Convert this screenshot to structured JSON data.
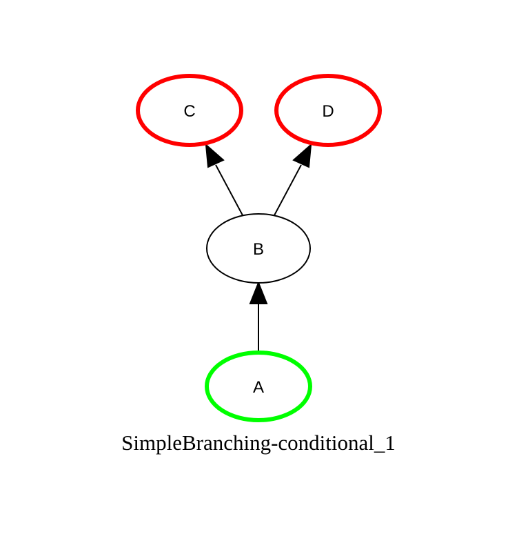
{
  "caption": "SimpleBranching-conditional_1",
  "nodes": [
    {
      "id": "C",
      "label": "C",
      "stroke": "#ff0000",
      "fill": "#ffffff"
    },
    {
      "id": "D",
      "label": "D",
      "stroke": "#ff0000",
      "fill": "#ffffff"
    },
    {
      "id": "B",
      "label": "B",
      "stroke": "#000000",
      "fill": "#ffffff"
    },
    {
      "id": "A",
      "label": "A",
      "stroke": "#00ff00",
      "fill": "#ffffff"
    }
  ],
  "edges": [
    {
      "from": "B",
      "to": "C"
    },
    {
      "from": "B",
      "to": "D"
    },
    {
      "from": "A",
      "to": "B"
    }
  ],
  "colors": {
    "edge": "#000000",
    "background": "#ffffff"
  }
}
